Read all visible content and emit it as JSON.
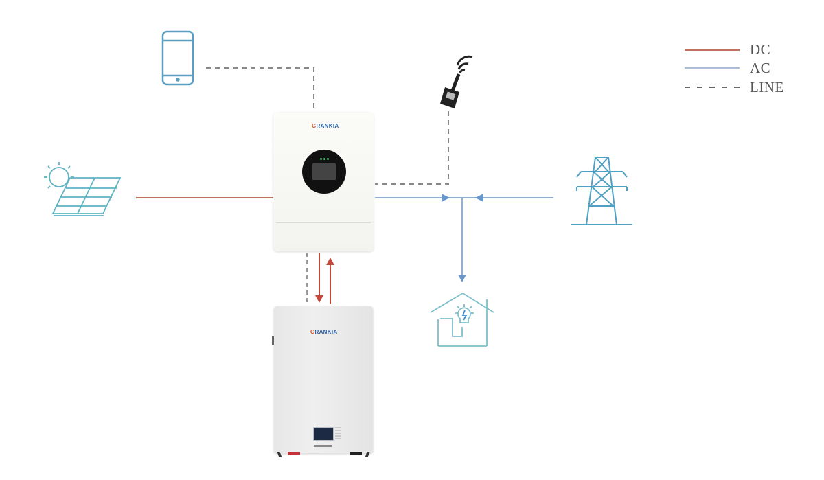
{
  "diagram": {
    "title": "Hybrid solar inverter system connection diagram",
    "brand": "GRANKIA",
    "colors": {
      "dc": "#c0705e",
      "ac": "#8fb0d4",
      "line": "#888888",
      "icon": "#5aa0b8",
      "arrow_ac": "#6a97c9",
      "arrow_dc": "#c4493a"
    },
    "legend": {
      "position": "top-right",
      "items": [
        {
          "label": "DC",
          "style": "solid",
          "color": "#c0705e"
        },
        {
          "label": "AC",
          "style": "solid",
          "color": "#8fb0d4"
        },
        {
          "label": "LINE",
          "style": "dashed",
          "color": "#888888"
        }
      ]
    },
    "nodes": [
      {
        "id": "phone",
        "icon": "smartphone-icon",
        "label": "Mobile app"
      },
      {
        "id": "wifi",
        "icon": "wifi-dongle-icon",
        "label": "WiFi module"
      },
      {
        "id": "solar",
        "icon": "solar-panel-icon",
        "label": "Solar panels"
      },
      {
        "id": "inverter",
        "icon": "inverter-device",
        "label": "Hybrid inverter"
      },
      {
        "id": "grid",
        "icon": "power-tower-icon",
        "label": "Utility grid"
      },
      {
        "id": "home",
        "icon": "home-load-icon",
        "label": "Home loads"
      },
      {
        "id": "battery",
        "icon": "battery-device",
        "label": "Battery storage"
      }
    ],
    "edges": [
      {
        "from": "phone",
        "to": "inverter",
        "type": "LINE"
      },
      {
        "from": "wifi",
        "to": "inverter",
        "type": "LINE"
      },
      {
        "from": "solar",
        "to": "inverter",
        "type": "DC"
      },
      {
        "from": "inverter",
        "to": "home",
        "type": "AC"
      },
      {
        "from": "grid",
        "to": "home",
        "type": "AC"
      },
      {
        "from": "inverter",
        "to": "battery",
        "type": "DC",
        "direction": "both"
      },
      {
        "from": "inverter",
        "to": "battery",
        "type": "LINE"
      }
    ]
  }
}
